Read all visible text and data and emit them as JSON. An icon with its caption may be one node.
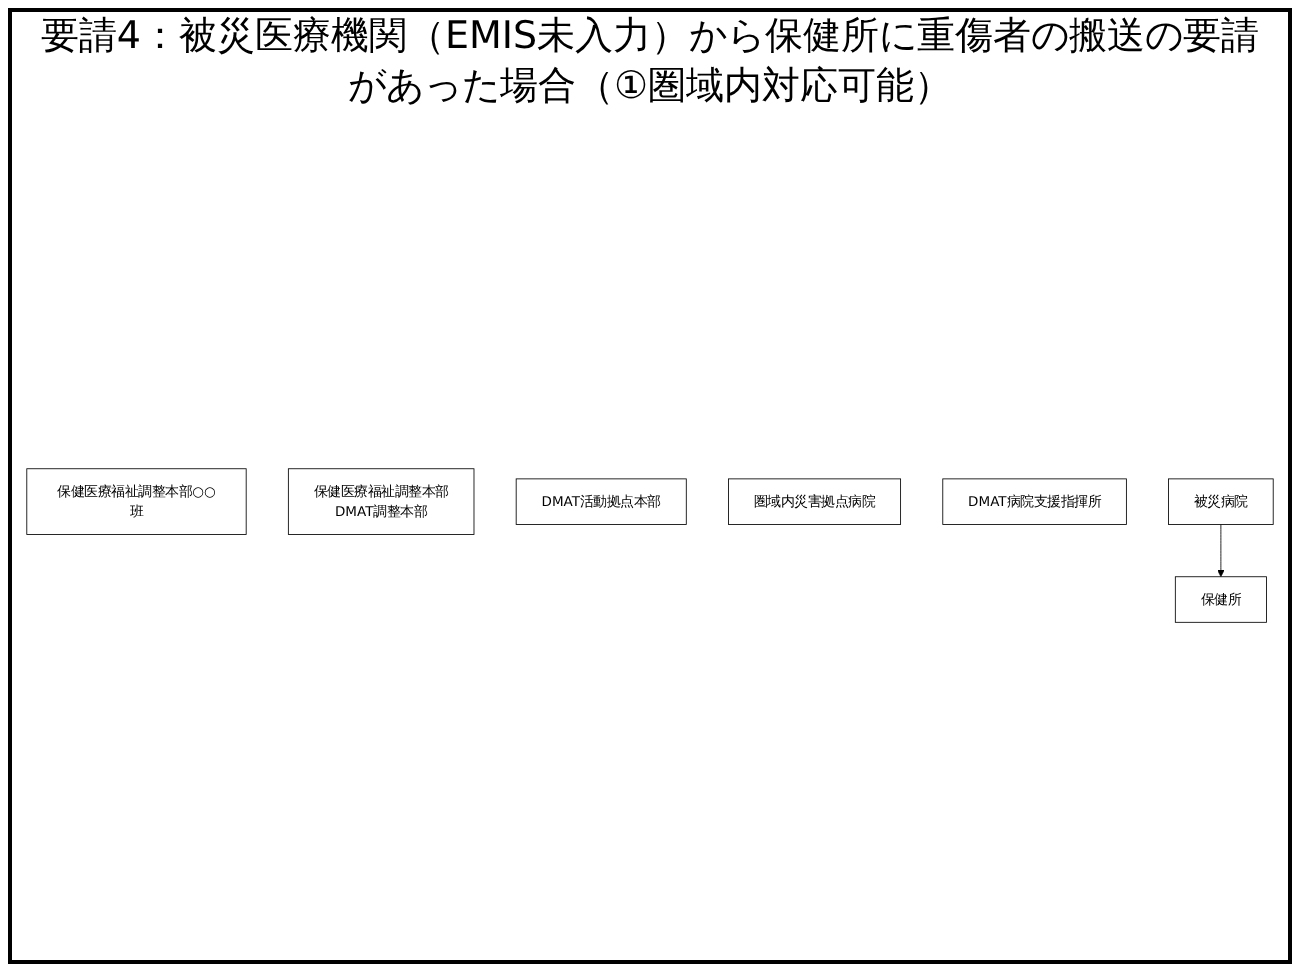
{
  "diagram": {
    "title": "要請4：被災医療機関（EMIS未入力）から保健所に重傷者の搬送の要請があった場合（①圏域内対応可能）",
    "nodes": [
      {
        "text": [
          "保健医療福祉調整本部○○班"
        ]
      },
      {
        "text": [
          "保健医療福祉調整本部",
          "DMAT調整本部"
        ]
      },
      {
        "text": [
          "DMAT活動拠点本部"
        ]
      },
      {
        "text": [
          "保健所"
        ]
      },
      {
        "text": [
          "圏域内災害拠点病院"
        ]
      },
      {
        "text": [
          "DMAT病院支援指揮所"
        ]
      },
      {
        "text": [
          "被災病院"
        ]
      }
    ],
    "edges": [
      {
        "from": 6,
        "to": 3,
        "arrow": "to"
      }
    ]
  }
}
